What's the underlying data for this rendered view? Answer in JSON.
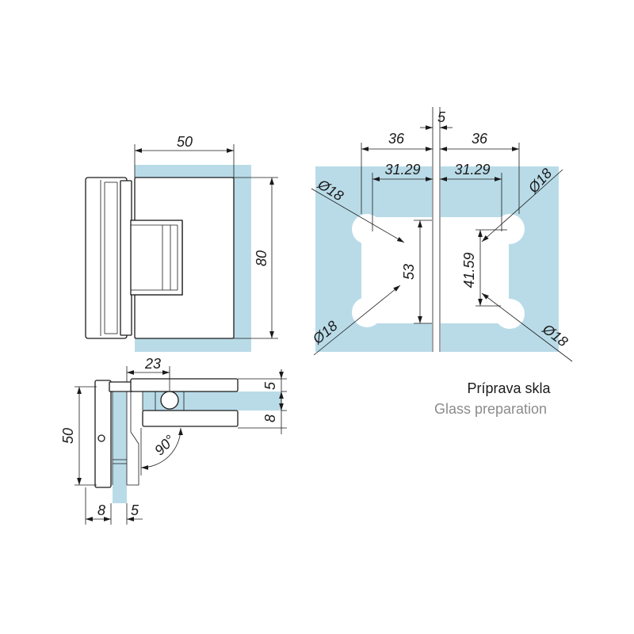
{
  "front_view": {
    "width_label": "50",
    "height_label": "80"
  },
  "top_view": {
    "offset_label": "23",
    "glass_label": "5",
    "clamp_label": "8",
    "height_label": "50",
    "plate_label": "8",
    "gap_label": "5",
    "angle_label": "90°"
  },
  "glass_prep": {
    "gap_label": "5",
    "left_width": "36",
    "right_width": "36",
    "left_inner": "31.29",
    "right_inner": "31.29",
    "hole_labels": [
      "Ø18",
      "Ø18",
      "Ø18",
      "Ø18"
    ],
    "left_height": "53",
    "right_height": "41.59"
  },
  "caption": {
    "title": "Príprava skla",
    "subtitle": "Glass preparation"
  },
  "colors": {
    "glass": "#b9dbe8",
    "line": "#1a1a1a",
    "caption_gray": "#8c8c8c"
  }
}
